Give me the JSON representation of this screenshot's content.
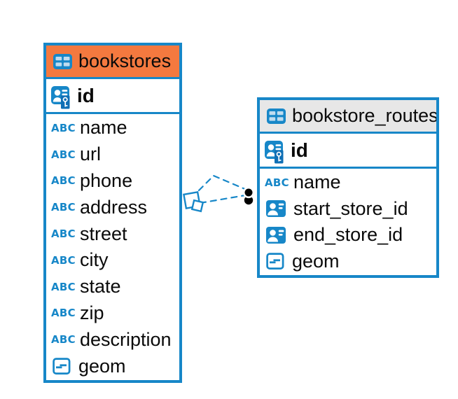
{
  "colors": {
    "accent": "#1787C8",
    "accent_dark": "#0F6FB5",
    "icon_cell": "#BFDCEF",
    "header_orange": "#F4793F",
    "header_gray": "#E7E7E7",
    "marker_black": "#000000",
    "text": "#0A0A0A",
    "background": "#FFFFFF"
  },
  "icons": {
    "text_type_label": "ABC"
  },
  "diagram": {
    "tables": [
      {
        "title": "bookstores",
        "header_style": "orange",
        "primary_key": {
          "name": "id"
        },
        "columns": [
          {
            "name": "name",
            "type": "text"
          },
          {
            "name": "url",
            "type": "text"
          },
          {
            "name": "phone",
            "type": "text"
          },
          {
            "name": "address",
            "type": "text"
          },
          {
            "name": "street",
            "type": "text"
          },
          {
            "name": "city",
            "type": "text"
          },
          {
            "name": "state",
            "type": "text"
          },
          {
            "name": "zip",
            "type": "text"
          },
          {
            "name": "description",
            "type": "text"
          },
          {
            "name": "geom",
            "type": "geometry"
          }
        ]
      },
      {
        "title": "bookstore_routes",
        "header_style": "gray",
        "primary_key": {
          "name": "id"
        },
        "columns": [
          {
            "name": "name",
            "type": "text"
          },
          {
            "name": "start_store_id",
            "type": "reference"
          },
          {
            "name": "end_store_id",
            "type": "reference"
          },
          {
            "name": "geom",
            "type": "geometry"
          }
        ]
      }
    ],
    "relationships": [
      {
        "from": "bookstores",
        "to": "bookstore_routes",
        "line_style": "dashed",
        "source_marker": "diamond",
        "target_marker": "dot"
      },
      {
        "from": "bookstores",
        "to": "bookstore_routes",
        "line_style": "dashed",
        "source_marker": "diamond",
        "target_marker": "dot"
      }
    ]
  }
}
